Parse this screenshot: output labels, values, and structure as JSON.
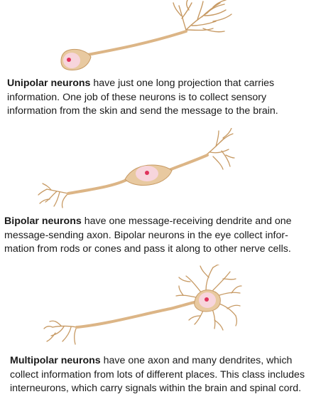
{
  "colors": {
    "neuron_fill": "#e8c9a0",
    "neuron_stroke": "#c79a64",
    "dendrite": "#c79a64",
    "soma_glow": "#f7d5dc",
    "nucleus": "#e0325c"
  },
  "unipolar": {
    "term": "Unipolar neurons",
    "text": " have just one long projection that carries information. One job of these neurons is to collect sensory information from the skin and send the message to the brain."
  },
  "bipolar": {
    "term": "Bipolar neurons",
    "text": " have one message-receiving dendrite and one message-sending axon. Bipolar neurons in the eye collect infor-mation from rods or cones and pass it along to other nerve cells."
  },
  "multipolar": {
    "term": "Multipolar neurons",
    "text": " have one axon and many dendrites, which collect information from lots of different places. This class includes interneurons, which carry signals within the brain and spinal cord."
  }
}
